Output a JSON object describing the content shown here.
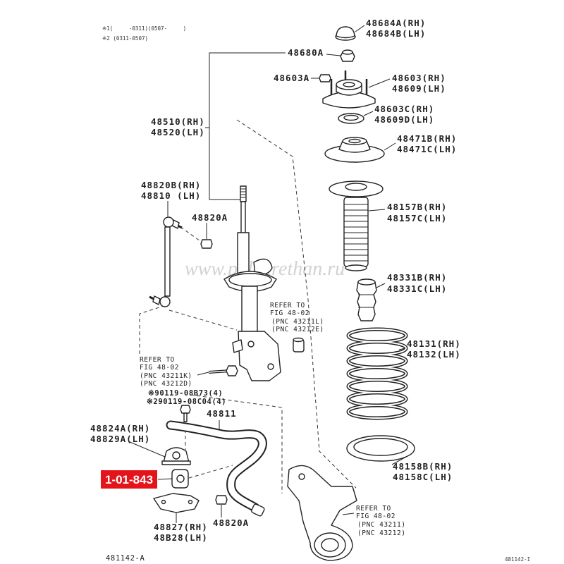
{
  "notes": {
    "n1": "※1(     -0311)(0507-     )",
    "n2": "※2 (0311-0507)"
  },
  "watermark": "www.polyurethan.ru",
  "callouts": {
    "c48684": [
      "48684A(RH)",
      "48684B(LH)"
    ],
    "c48680a": "48680A",
    "c48603a": "48603A",
    "c48603": [
      "48603(RH)",
      "48609(LH)"
    ],
    "c48603c": [
      "48603C(RH)",
      "48609D(LH)"
    ],
    "c48510": [
      "48510(RH)",
      "48520(LH)"
    ],
    "c48471": [
      "48471B(RH)",
      "48471C(LH)"
    ],
    "c48820b": [
      "48820B(RH)",
      "48810 (LH)"
    ],
    "c48820a_top": "48820A",
    "c48157": [
      "48157B(RH)",
      "48157C(LH)"
    ],
    "c48331": [
      "48331B(RH)",
      "48331C(LH)"
    ],
    "c48131": [
      "48131(RH)",
      "48132(LH)"
    ],
    "c48811": "48811",
    "c48824a": [
      "48824A(RH)",
      "48829A(LH)"
    ],
    "c48158": [
      "48158B(RH)",
      "48158C(LH)"
    ],
    "c48827": [
      "48827(RH)",
      "48B28(LH)"
    ],
    "c48820a_bottom": "48820A",
    "bolts": [
      "※90119-08B73(4)",
      "※290119-08C04(4)"
    ]
  },
  "refer_notes": [
    [
      "REFER TO",
      "FIG 48-02",
      "(PNC 43211L)",
      "(PNC 43212E)"
    ],
    [
      "REFER TO",
      "FIG 48-02",
      "(PNC 43211K)",
      "(PNC 43212D)"
    ],
    [
      "REFER TO",
      "FIG 48-02",
      "(PNC 43211)",
      "(PNC 43212)"
    ]
  ],
  "highlight": {
    "label": "1-01-843",
    "color": "#e3151b"
  },
  "figure_codes": [
    "481142-A",
    "481142-I"
  ]
}
